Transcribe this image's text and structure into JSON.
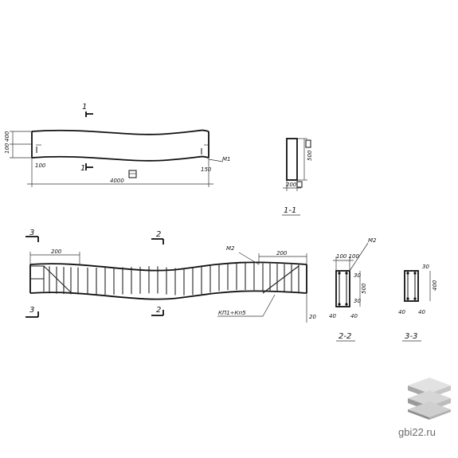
{
  "labels": {
    "section_1_top": "1",
    "section_1_bottom": "1",
    "section_11": "1-1",
    "section_2_top": "2",
    "section_2_bottom": "2",
    "section_3_top": "3",
    "section_3_bottom": "3",
    "section_22": "2-2",
    "section_33": "3-3",
    "m1": "M1",
    "m2_elev": "M2",
    "m2_sec": "M2",
    "kp": "КП1÷Кп5"
  },
  "dims": {
    "len_4000": "4000",
    "d100_left": "100",
    "d150_right": "150",
    "d100_h1": "100",
    "d400_h1": "400",
    "s11_w200": "200",
    "s11_h500": "500",
    "d200_left": "200",
    "d200_right": "200",
    "d20": "20",
    "s22_top": "100 100",
    "s22_h500": "500",
    "s22_b40a": "40",
    "s22_b40b": "40",
    "s22_30a": "30",
    "s22_30b": "30",
    "s33_h400": "400",
    "s33_b40a": "40",
    "s33_b40b": "40",
    "s33_30": "30"
  },
  "watermark": {
    "text": "gbi22.ru"
  }
}
